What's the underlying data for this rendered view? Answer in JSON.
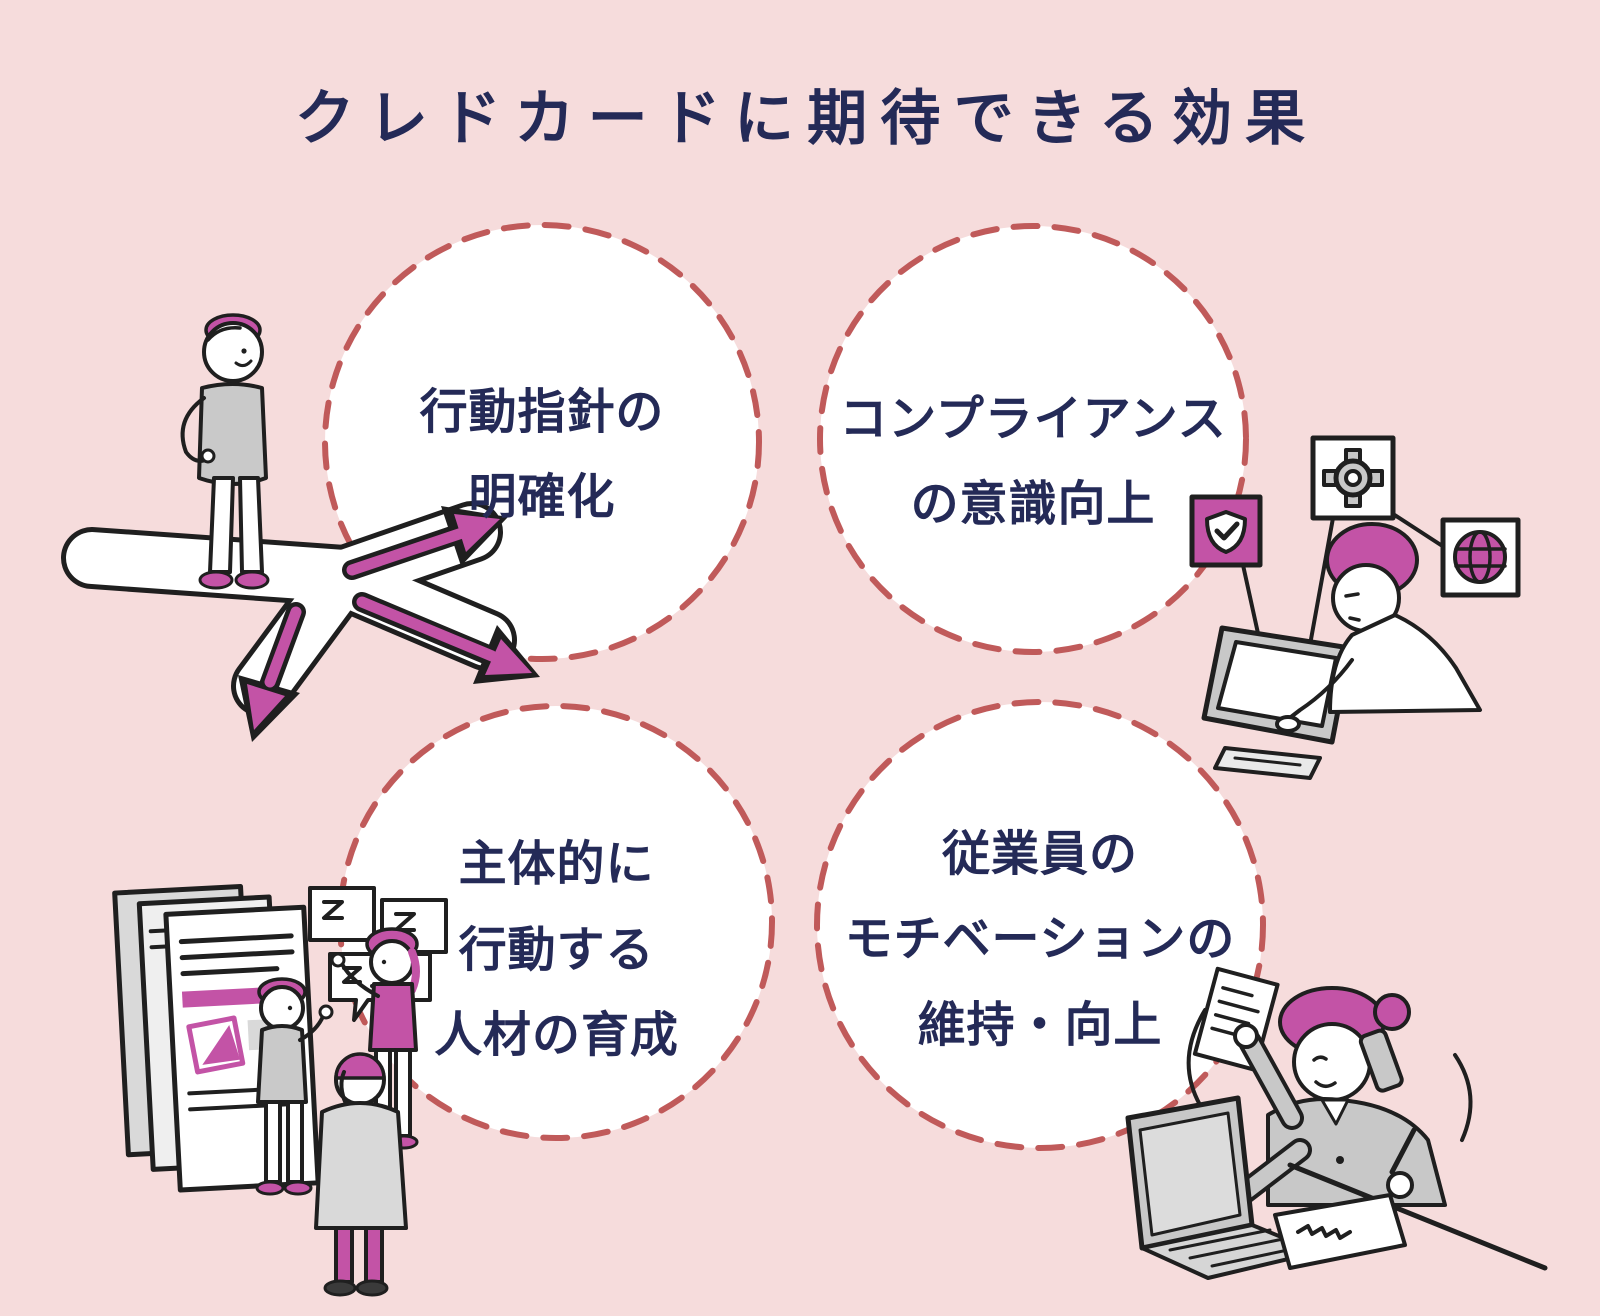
{
  "title": "クレドカードに期待できる効果",
  "circles": [
    {
      "id": "action-guidelines",
      "lines": [
        "行動指針の",
        "明確化"
      ]
    },
    {
      "id": "compliance-awareness",
      "lines": [
        "コンプライアンス",
        "の意識向上"
      ]
    },
    {
      "id": "proactive-talent",
      "lines": [
        "主体的に",
        "行動する",
        "人材の育成"
      ]
    },
    {
      "id": "employee-motivation",
      "lines": [
        "従業員の",
        "モチベーションの",
        "維持・向上"
      ]
    }
  ],
  "illustrations": {
    "top_left": "person-at-crossroads-arrows",
    "top_right": "person-at-computer-with-compliance-icons",
    "top_right_icons": [
      "shield-check-icon",
      "gear-icon",
      "globe-icon"
    ],
    "bottom_left": "people-discussing-posted-documents",
    "bottom_right": "woman-on-phone-at-laptop"
  },
  "colors": {
    "background": "#f6dcdc",
    "circle_fill": "#ffffff",
    "circle_border": "#c05a5a",
    "text_navy": "#242a57",
    "accent_magenta": "#c353a6",
    "illustration_gray": "#c9c9c9",
    "outline_black": "#1f1f1f"
  }
}
